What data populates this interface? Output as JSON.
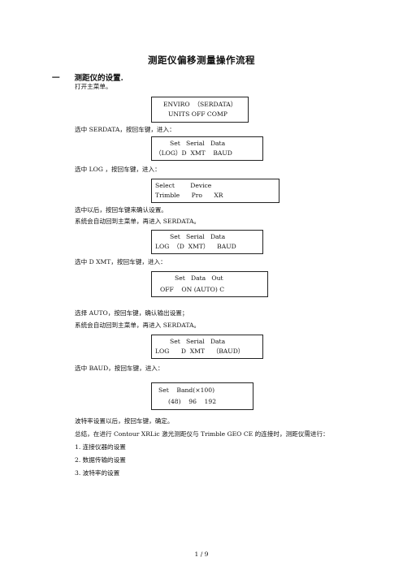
{
  "document": {
    "title": "测距仪偏移测量操作流程",
    "section": {
      "number": "一",
      "title": "测距仪的设置."
    },
    "paragraphs": [
      "打开主菜单。",
      "选中 SERDATA，按回车键，进入：",
      "选中 LOG ，按回车键，进入：",
      "选中以后，按回车键来确认设置。",
      "系统会自动回到主菜单，再进入 SERDATA。",
      "选中 D XMT，按回车键，进入：",
      "选择 AUTO，按回车键，确认输出设置；",
      "系统会自动回到主菜单，再进入 SERDATA。",
      "选中 BAUD，按回车键，进入：",
      "波特率设置以后，按回车键，确定。",
      "总结，在进行 Contour XRLic  激光测距仪与 Trimble GEO CE 的连接时，测距仪需进行："
    ],
    "list": [
      "1.  连接仪器的设置",
      "2.  数据传输的设置",
      "3.  波特率的设置"
    ],
    "boxes": [
      {
        "line1": "ENVIRO  （SERDATA）",
        "line2": "UNITS OFF COMP"
      },
      {
        "line1": "Set   Serial   Data",
        "line2": "（LOG）D  XMT    BAUD"
      },
      {
        "line1": "Select        Device",
        "line2": "Trimble      Pro      XR"
      },
      {
        "line1": "Set   Serial   Data",
        "line2": "LOG  （D  XMT）    BAUD"
      },
      {
        "line1": "Set   Data   Out",
        "line2": "OFF    ON (AUTO) C"
      },
      {
        "line1": "Set   Serial   Data",
        "line2": "LOG      D  XMT    （BAUD）"
      },
      {
        "line1": "Set    Band(×100)",
        "line2": "(48)    96    192"
      }
    ],
    "footer": "1  /  9"
  }
}
